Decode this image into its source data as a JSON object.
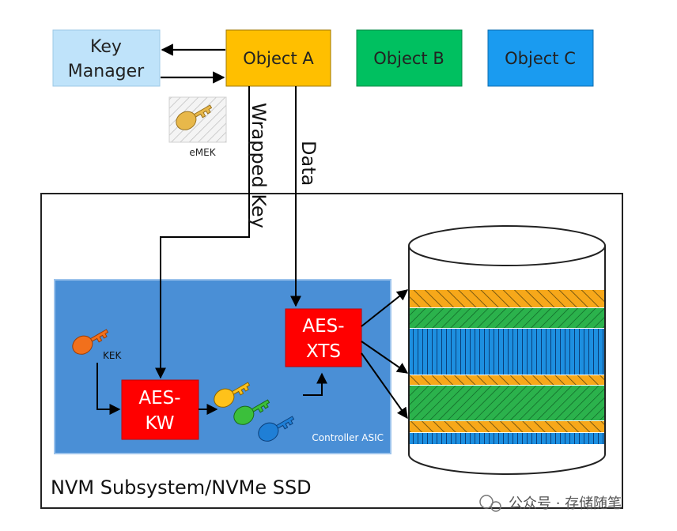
{
  "top_boxes": {
    "key_manager_line1": "Key",
    "key_manager_line2": "Manager",
    "object_a": "Object A",
    "object_b": "Object B",
    "object_c": "Object C"
  },
  "labels": {
    "emek": "eMEK",
    "wrapped_key": "Wrapped Key",
    "data": "Data",
    "kek": "KEK",
    "controller_asic": "Controller ASIC",
    "subsystem": "NVM Subsystem/NVMe SSD"
  },
  "blocks": {
    "aes_kw_line1": "AES-",
    "aes_kw_line2": "KW",
    "aes_xts_line1": "AES-",
    "aes_xts_line2": "XTS"
  },
  "watermark": {
    "text": "公众号 · 存储随笔"
  },
  "colors": {
    "key_manager": "#bfe3fa",
    "object_a": "#ffbf00",
    "object_b": "#00c060",
    "object_c": "#1a9bf0",
    "controller": "#4a8fd6",
    "aes_block": "#ff0000",
    "stripe_orange": "#f7a81a",
    "stripe_green": "#2bb24c",
    "stripe_blue": "#1d8fe0"
  }
}
